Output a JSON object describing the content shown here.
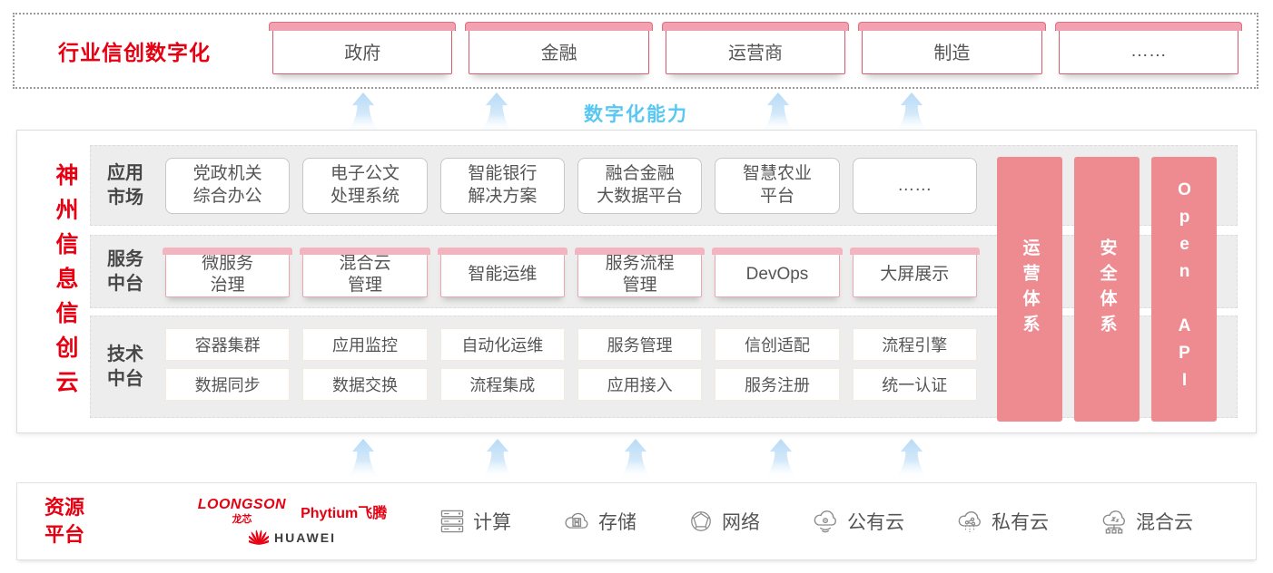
{
  "colors": {
    "accent_red": "#e60012",
    "box_border_crimson": "#d75a6e",
    "lid_pink": "#f3b3bf",
    "side_bar_pink": "#ed8b91",
    "capability_blue": "#58c7f2",
    "row_gray": "#ededed",
    "text_gray": "#555555"
  },
  "top": {
    "title": "行业信创数字化",
    "industries": [
      "政府",
      "金融",
      "运营商",
      "制造",
      "……"
    ]
  },
  "capability": {
    "label": "数字化能力"
  },
  "platform": {
    "vertical_title": "神州信息信创云",
    "rows": [
      {
        "label": "应用\n市场",
        "items": [
          "党政机关\n综合办公",
          "电子公文\n处理系统",
          "智能银行\n解决方案",
          "融合金融\n大数据平台",
          "智慧农业\n平台",
          "……"
        ]
      },
      {
        "label": "服务\n中台",
        "items": [
          "微服务\n治理",
          "混合云\n管理",
          "智能运维",
          "服务流程\n管理",
          "DevOps",
          "大屏展示"
        ]
      },
      {
        "label": "技术\n中台",
        "tech_row1": [
          "容器集群",
          "应用监控",
          "自动化运维",
          "服务管理",
          "信创适配",
          "流程引擎"
        ],
        "tech_row2": [
          "数据同步",
          "数据交换",
          "流程集成",
          "应用接入",
          "服务注册",
          "统一认证"
        ]
      }
    ],
    "side_bars": [
      "运营体系",
      "安全体系",
      "Open API"
    ]
  },
  "resources": {
    "title": "资源\n平台",
    "vendors": {
      "loongson": {
        "name": "LOONGSON",
        "sub": "龙芯"
      },
      "phytium": {
        "name": "Phytium飞腾"
      },
      "huawei": {
        "name": "HUAWEI"
      }
    },
    "items": [
      {
        "icon": "server-icon",
        "label": "计算"
      },
      {
        "icon": "cloud-storage-icon",
        "label": "存储"
      },
      {
        "icon": "network-globe-icon",
        "label": "网络"
      },
      {
        "icon": "public-cloud-icon",
        "label": "公有云"
      },
      {
        "icon": "private-cloud-icon",
        "label": "私有云"
      },
      {
        "icon": "hybrid-cloud-icon",
        "label": "混合云"
      }
    ]
  }
}
